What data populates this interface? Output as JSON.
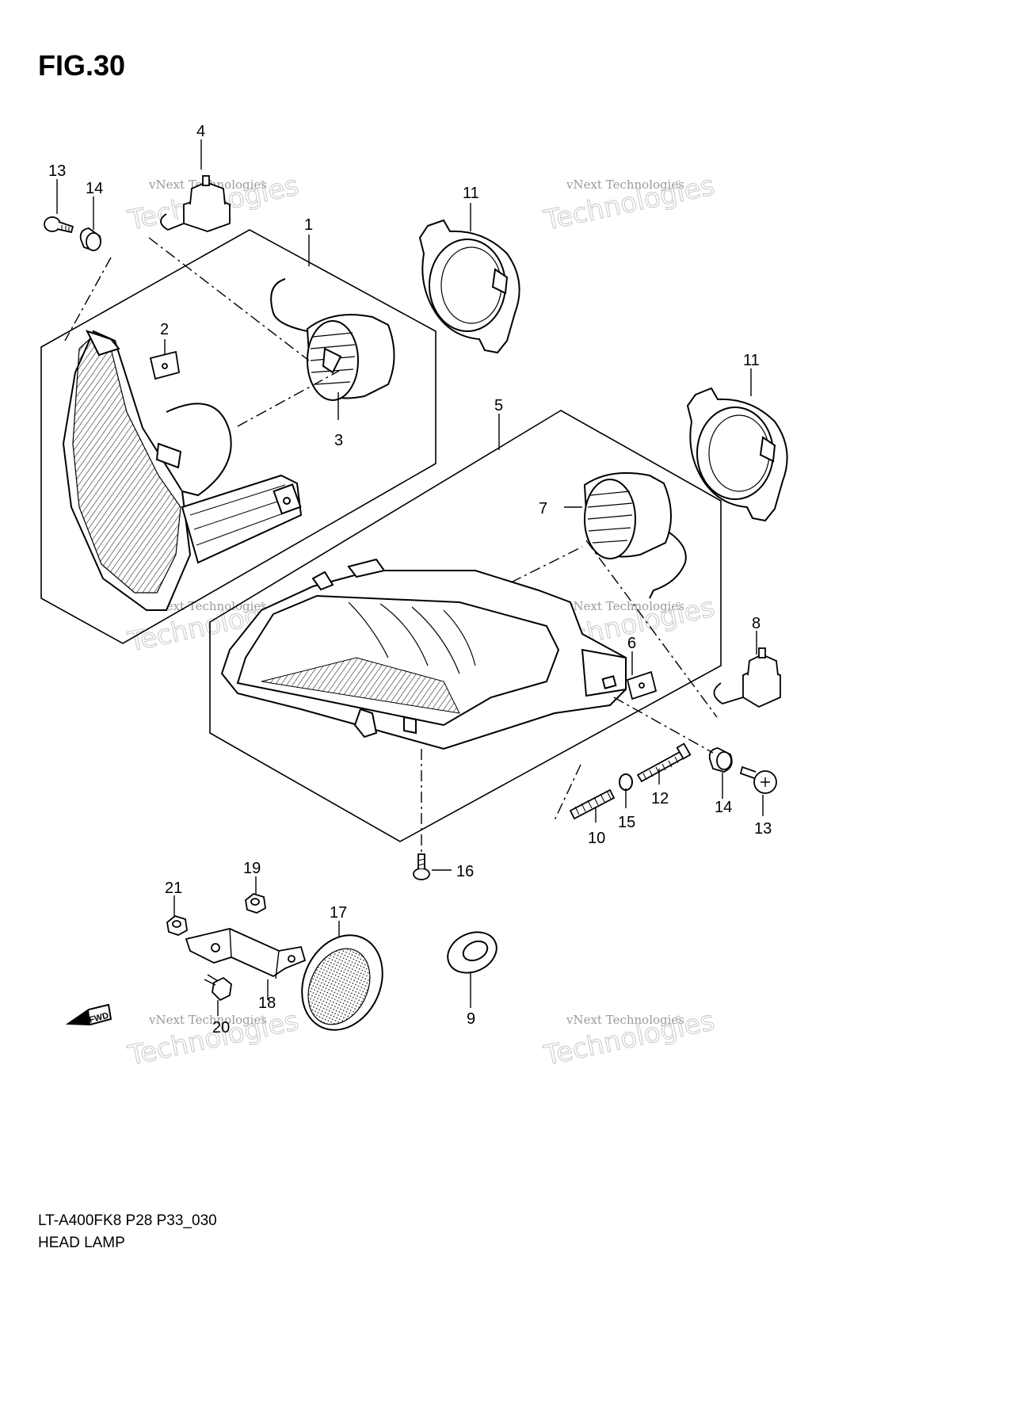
{
  "figure": {
    "title": "FIG.30",
    "code": "LT-A400FK8 P28 P33_030",
    "name": "HEAD LAMP"
  },
  "watermark": {
    "line1": "vNext Technologies",
    "line2": "Technologies",
    "arc": "vNext"
  },
  "fwd_label": "FWD",
  "callouts": {
    "c1": "1",
    "c2": "2",
    "c3": "3",
    "c4": "4",
    "c5": "5",
    "c6": "6",
    "c7": "7",
    "c8": "8",
    "c9": "9",
    "c10": "10",
    "c11a": "11",
    "c11b": "11",
    "c12": "12",
    "c13a": "13",
    "c13b": "13",
    "c14a": "14",
    "c14b": "14",
    "c15": "15",
    "c16": "16",
    "c17": "17",
    "c18": "18",
    "c19": "19",
    "c20": "20",
    "c21": "21"
  },
  "colors": {
    "line": "#000000",
    "watermark": "#c8c8c8"
  }
}
